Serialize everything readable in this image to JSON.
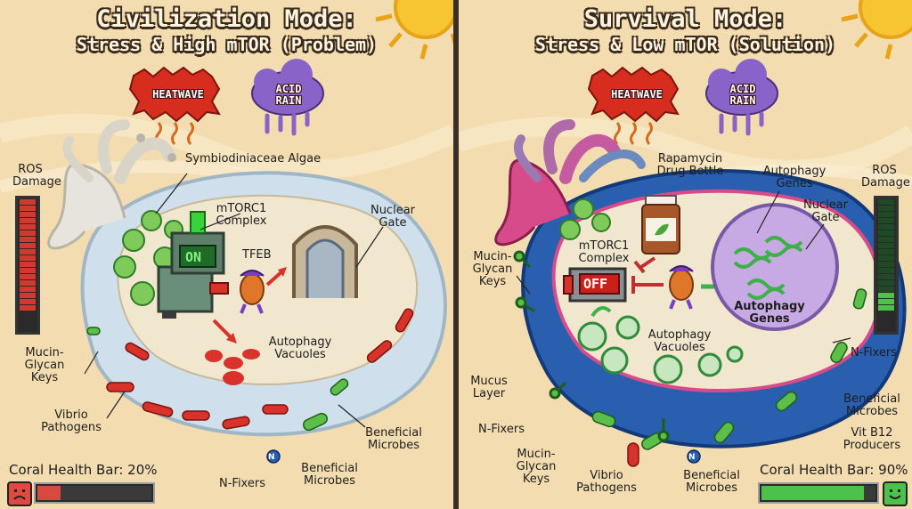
{
  "left": {
    "title": "Civilization Mode:",
    "subtitle": "Stress & High mTOR (Problem)",
    "badges": {
      "heatwave": "HEATWAVE",
      "acid_rain": "ACID RAIN"
    },
    "labels": {
      "algae": "Symbiodiniaceae Algae",
      "mtorc1": "mTORC1 Complex",
      "tfeb": "TFEB",
      "nuclear_gate": "Nuclear Gate",
      "ros": "ROS Damage",
      "mucin": "Mucin- Glycan Keys",
      "autophagy_vacuoles": "Autophagy Vacuoles",
      "vibrio": "Vibrio Pathogens",
      "beneficial": "Beneficial Microbes",
      "beneficial2": "Beneficial Microbes",
      "nfixers": "N-Fixers",
      "screen": "ON",
      "n_mark": "N"
    },
    "health": {
      "label": "Coral Health Bar: 20%",
      "value": 0.2,
      "color": "#d8493f"
    },
    "ros_level": 1.0,
    "ros_color": "#d23a2e"
  },
  "right": {
    "title": "Survival Mode:",
    "subtitle": "Stress & Low mTOR (Solution)",
    "badges": {
      "heatwave": "HEATWAVE",
      "acid_rain": "ACID RAIN"
    },
    "labels": {
      "rapamycin": "Rapamycin Drug Bottle",
      "autophagy_genes_top": "Autophagy Genes",
      "ros": "ROS Damage",
      "nuclear_gate": "Nuclear Gate",
      "mucin": "Mucin- Glycan Keys",
      "mtorc1": "mTORC1 Complex",
      "off": "OFF",
      "autophagy_genes_inner": "Autophagy Genes",
      "autophagy_vacuoles": "Autophagy Vacuoles",
      "nfixers_right": "N-Fixers",
      "mucus": "Mucus Layer",
      "beneficial_right": "Beneficial Microbes",
      "nfixers_left": "N-Fixers",
      "vitb12": "Vit B12 Producers",
      "mucin_bottom": "Mucin- Glycan Keys",
      "vibrio": "Vibrio Pathogens",
      "beneficial_bottom": "Beneficial Microbes",
      "n_mark": "N"
    },
    "health": {
      "label": "Coral Health Bar: 90%",
      "value": 0.9,
      "color": "#4cc24a"
    },
    "ros_level": 0.15,
    "ros_color": "#4cc24a"
  },
  "colors": {
    "sky": "#f3ddb0",
    "sun": "#f7c531",
    "cell_left": "#dfe9ef",
    "cell_right": "#2a5fb0",
    "cytoplasm": "#f1e7cf",
    "vibrio": "#d8322a",
    "microbe": "#5cbf4a"
  }
}
